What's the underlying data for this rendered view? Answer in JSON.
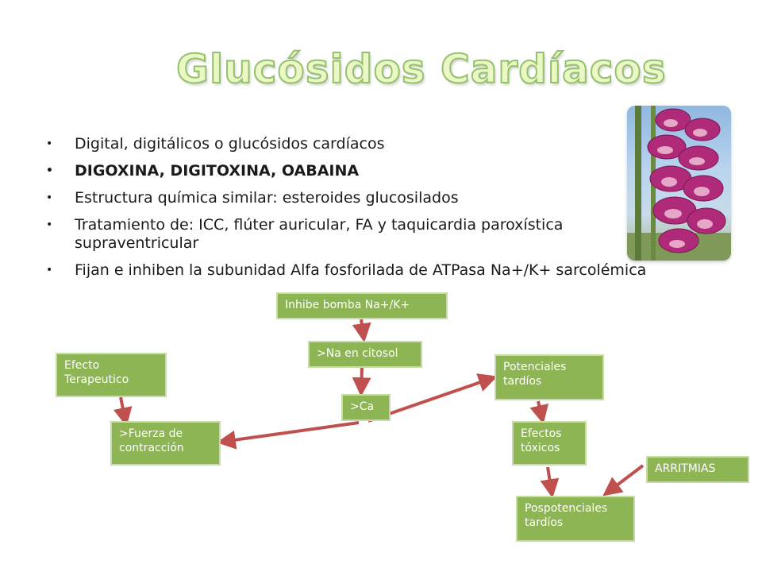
{
  "title": "Glucósidos Cardíacos",
  "bullets": [
    "Digital, digitálicos o glucósidos cardíacos",
    "DIGOXINA, DIGITOXINA, OABAINA",
    "Estructura química similar: esteroides glucosilados",
    "Tratamiento de: ICC, flúter auricular, FA y taquicardia paroxística supraventricular",
    "Fijan e inhiben la subunidad Alfa fosforilada de ATPasa Na+/K+ sarcolémica"
  ],
  "diagram": {
    "inhibe": "Inhibe bomba Na+/K+",
    "na": ">Na en citosol",
    "ca": ">Ca",
    "efecto_terapeutico": "Efecto Terapeutico",
    "fuerza": ">Fuerza de contracción",
    "potenciales": "Potenciales tardíos",
    "efectos_toxicos": "Efectos tóxicos",
    "pospotenciales": "Pospotenciales tardíos",
    "arritmias": "ARRITMIAS"
  },
  "colors": {
    "box": "#8db553",
    "arrow": "#c0504d",
    "title_fill": "#ecf7c6"
  },
  "image": "foxglove-flower-photo"
}
